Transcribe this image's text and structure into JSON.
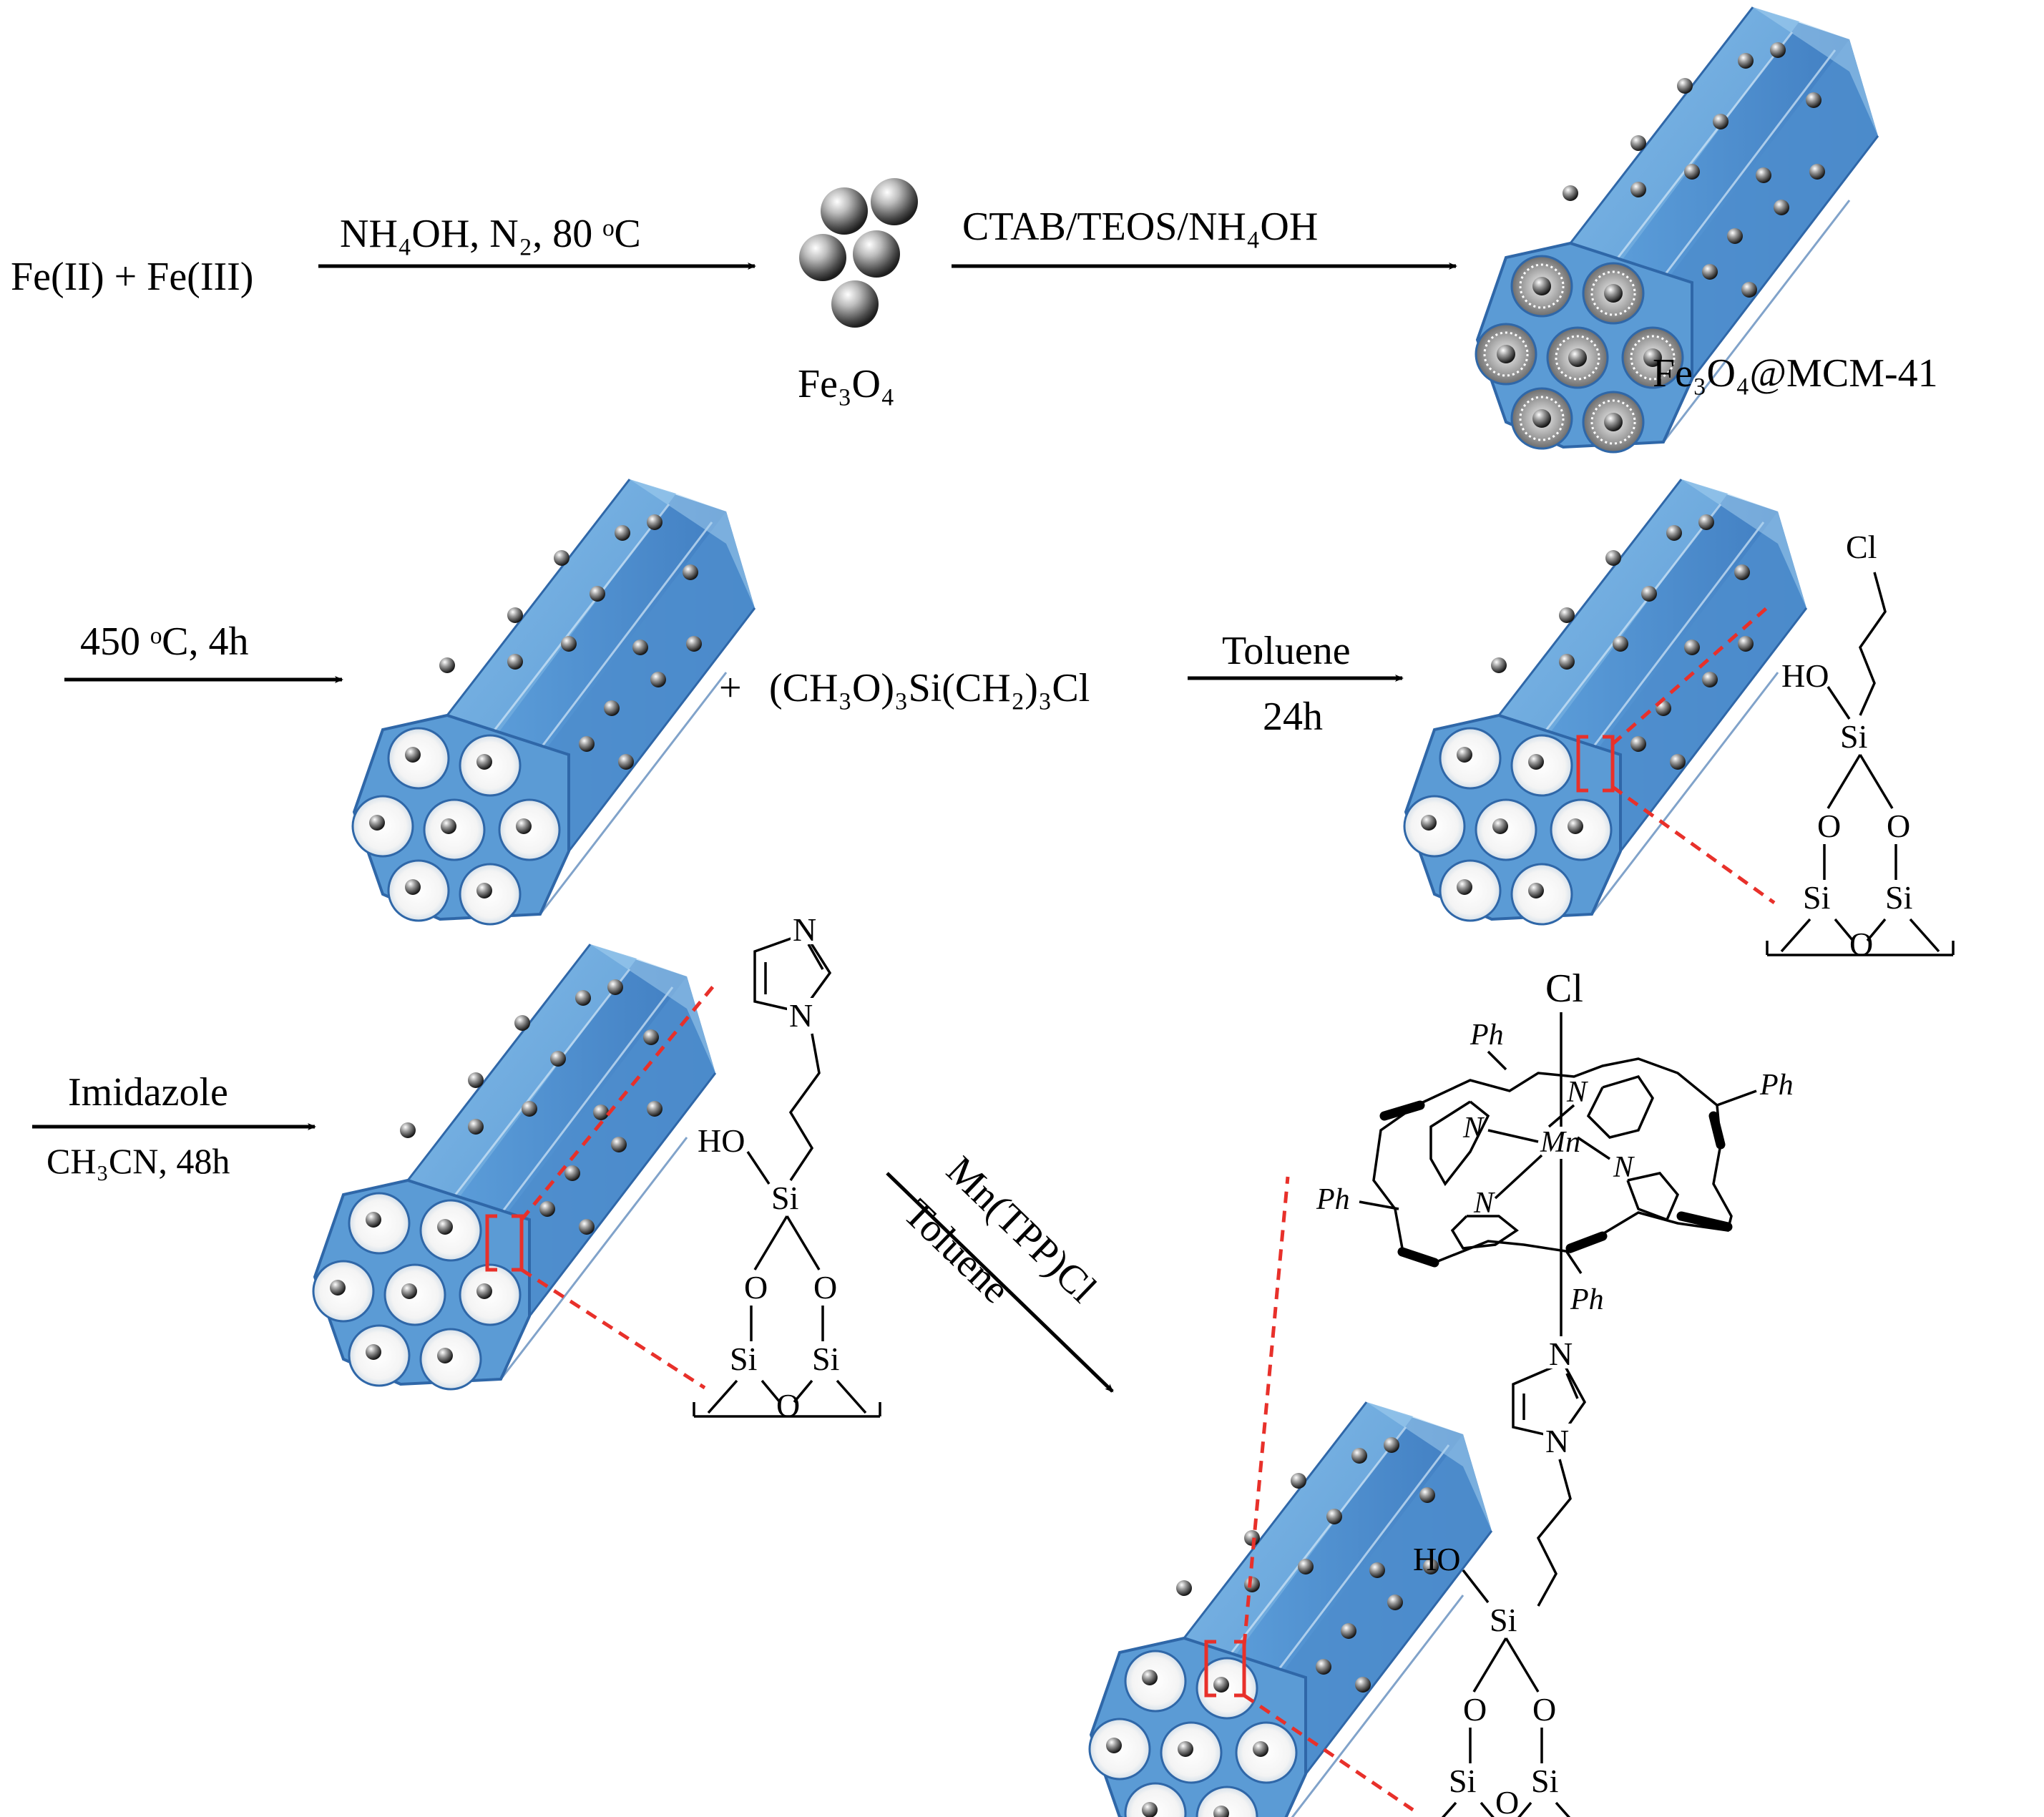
{
  "row1": {
    "reactant": "Fe(II) + Fe(III)",
    "arrow1_label": "NH₄OH, N₂, 80 ᵒC",
    "magnetite_label": "Fe₃O₄",
    "arrow2_label": "CTAB/TEOS/NH₄OH",
    "product_label": "Fe₃O₄@MCM-41"
  },
  "row2": {
    "arrow1_label": "450 ᵒC, 4h",
    "plus": "+",
    "reagent": "(CH₃O)₃Si(CH₂)₃Cl",
    "arrow2_label_top": "Toluene",
    "arrow2_label_bottom": "24h",
    "structure": {
      "cl": "Cl",
      "ho": "HO",
      "si": "Si",
      "o": "O"
    }
  },
  "row3": {
    "arrow1_label_top": "Imidazole",
    "arrow1_label_bottom": "CH₃CN, 48h",
    "structure": {
      "n": "N",
      "ho": "HO",
      "si": "Si",
      "o": "O"
    },
    "diag_label_top": "Mn(TPP)Cl",
    "diag_label_bottom": "Toluene"
  },
  "final": {
    "cl": "Cl",
    "mn": "Mn",
    "n": "N",
    "ph": "Ph",
    "ho": "HO",
    "si": "Si",
    "o": "O"
  },
  "colors": {
    "silica_face": "#5b9bd5",
    "silica_dark": "#3f7cc0",
    "silica_light": "#9fcbee",
    "highlight": "#e8302a"
  },
  "icons": [
    "magnetite-sphere",
    "mesoporous-silica-rod",
    "pore-opening",
    "particle-dot"
  ]
}
